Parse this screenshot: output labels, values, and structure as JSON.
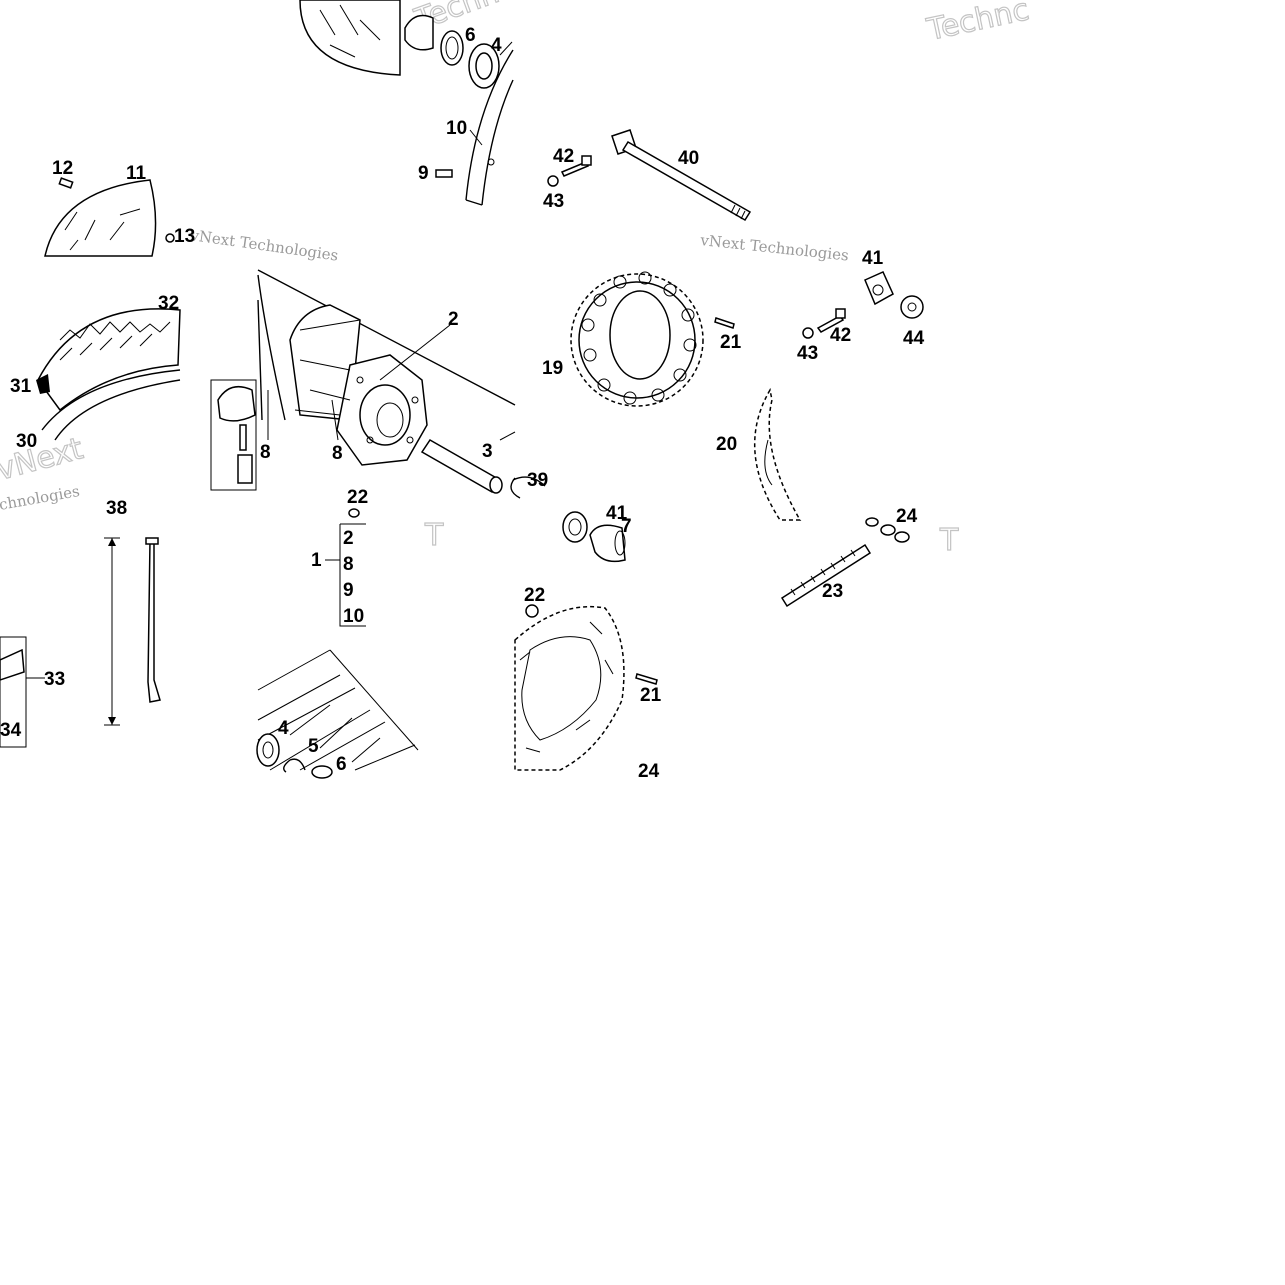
{
  "callouts": {
    "n1": "1",
    "n2": "2",
    "n3": "3",
    "n4": "4",
    "n5": "5",
    "n6": "6",
    "n7": "7",
    "n8": "8",
    "n9": "9",
    "n10": "10",
    "n11": "11",
    "n12": "12",
    "n13": "13",
    "n19": "19",
    "n20": "20",
    "n21": "21",
    "n22": "22",
    "n23": "23",
    "n24": "24",
    "n30": "30",
    "n31": "31",
    "n32": "32",
    "n33": "33",
    "n34": "34",
    "n38": "38",
    "n39": "39",
    "n40": "40",
    "n41": "41",
    "n42": "42",
    "n43": "43",
    "n44": "44"
  },
  "kit_group": {
    "items": [
      "2",
      "8",
      "9",
      "10"
    ]
  },
  "watermark": {
    "text": "vNext Technologies",
    "fragment_techno": "Technc",
    "fragment_t": "T",
    "fragment_chnologies": "chnologies",
    "fragment_vnext": "vNext"
  }
}
